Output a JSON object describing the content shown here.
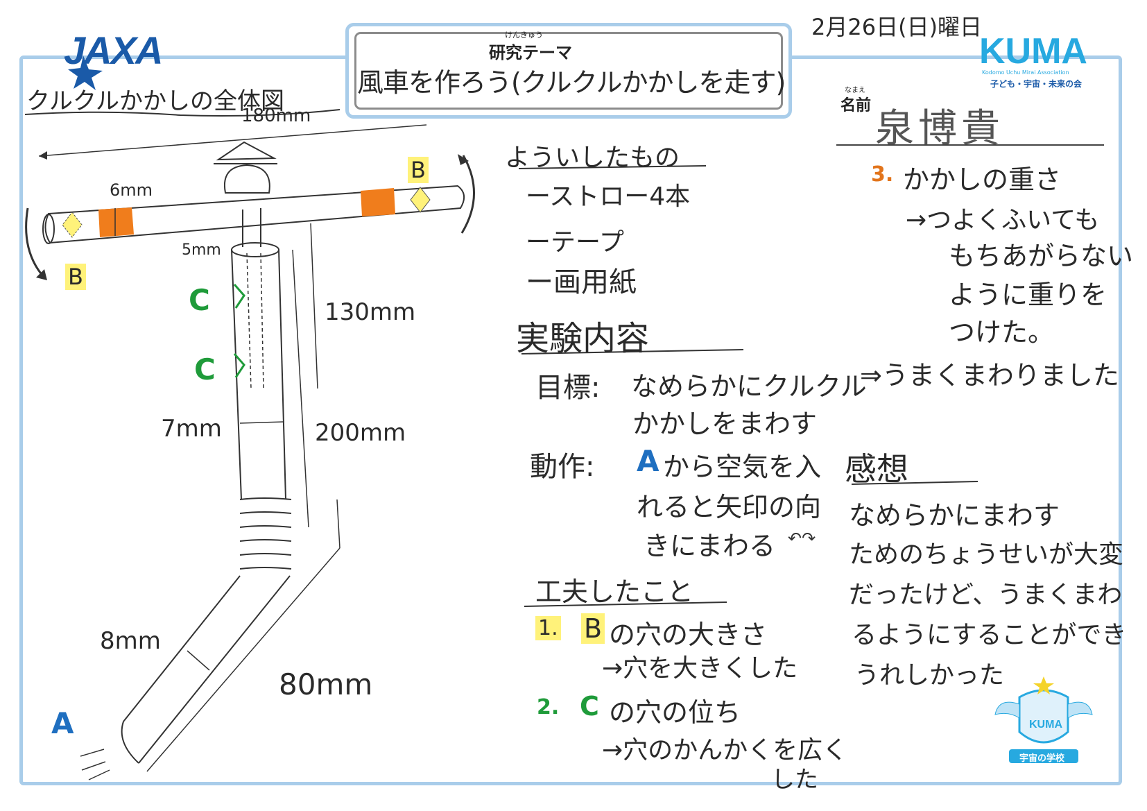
{
  "header": {
    "logo_left": "JAXA",
    "theme_furigana": "けんきゅう",
    "theme_label": "研究テーマ",
    "theme_text": "風車を作ろう(クルクルかかしを走す)",
    "date": "2月26日(日)曜日",
    "logo_right": "KUMA",
    "logo_right_sub_en": "Kodomo Uchu Mirai Association",
    "logo_right_sub_jp": "子ども・宇宙・未来の会",
    "name_furigana": "なまえ",
    "name_label": "名前",
    "name_value": "泉博貴"
  },
  "diagram": {
    "title": "クルクルかかしの全体図",
    "labels": {
      "len_180": "180mm",
      "len_6": "6mm",
      "len_5": "5mm",
      "len_130": "130mm",
      "len_7": "7mm",
      "len_200": "200mm",
      "len_8": "8mm",
      "len_80": "80mm",
      "mark_b": "B",
      "mark_c": "C",
      "mark_a": "A"
    }
  },
  "sections": {
    "prepared": {
      "title": "よういしたもの",
      "items": [
        "ーストロー4本",
        "ーテープ",
        "ー画用紙"
      ]
    },
    "experiment": {
      "title": "実験内容",
      "goal_label": "目標:",
      "goal_text_1": "なめらかにクルクル",
      "goal_text_2": "かかしをまわす",
      "result": "⇒うまくまわりました",
      "action_label": "動作:",
      "action_mark": "A",
      "action_text_1": "から空気を入",
      "action_text_2": "れると矢印の向",
      "action_text_3": "きにまわる"
    },
    "ideas": {
      "title": "工夫したこと",
      "item1_num": "1.",
      "item1_mark": "B",
      "item1_text": "の穴の大きさ",
      "item1_sub": "→穴を大きくした",
      "item2_num": "2.",
      "item2_mark": "C",
      "item2_text": "の穴の位ち",
      "item2_sub_1": "→穴のかんかくを広く",
      "item2_sub_2": "した",
      "item3_num": "3.",
      "item3_text": "かかしの重さ",
      "item3_sub_1": "→つよくふいても",
      "item3_sub_2": "もちあがらない",
      "item3_sub_3": "ように重りを",
      "item3_sub_4": "つけた。"
    },
    "impression": {
      "title": "感想",
      "lines": [
        "なめらかにまわす",
        "ためのちょうせいが大変",
        "だったけど、うまくまわ",
        "るようにすることができ",
        "うれしかった"
      ]
    }
  },
  "badge": {
    "logo": "KUMA",
    "label": "宇宙の学校"
  },
  "colors": {
    "frame": "#a9cdea",
    "orange_patch": "#f07d1c",
    "yellow_highlight": "#fff27a",
    "green_mark": "#1f9b3a",
    "blue_mark": "#1f6fc0"
  }
}
